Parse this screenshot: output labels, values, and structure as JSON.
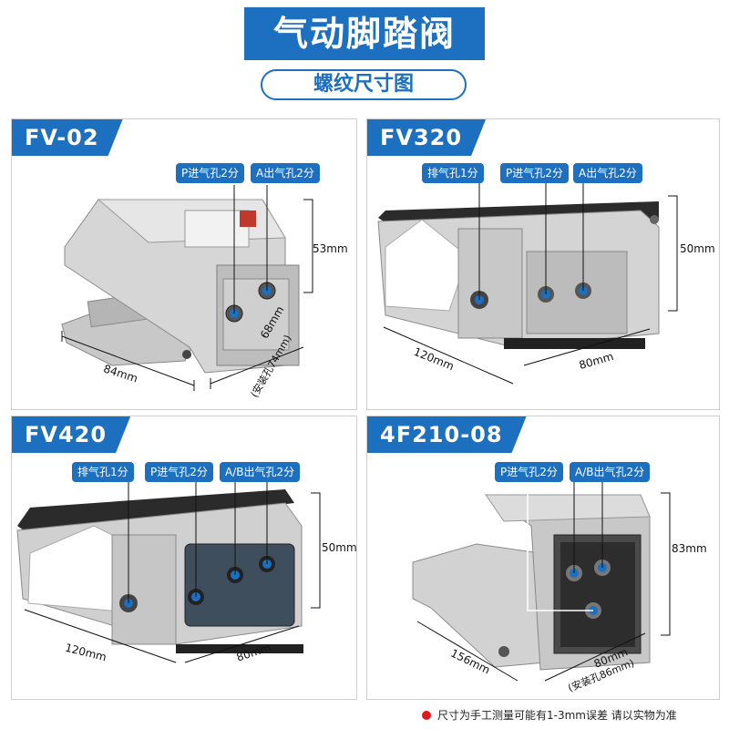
{
  "header": {
    "title": "气动脚踏阀",
    "subtitle": "螺纹尺寸图"
  },
  "panels": [
    {
      "model": "FV-02",
      "badges": [
        "P进气孔2分",
        "A出气孔2分"
      ],
      "dims": {
        "height": "53mm",
        "length": "84mm",
        "width": "68mm",
        "width_note": "(安装孔74mm)"
      }
    },
    {
      "model": "FV320",
      "badges": [
        "排气孔1分",
        "P进气孔2分",
        "A出气孔2分"
      ],
      "dims": {
        "height": "50mm",
        "length": "120mm",
        "width": "80mm"
      }
    },
    {
      "model": "FV420",
      "badges": [
        "排气孔1分",
        "P进气孔2分",
        "A/B出气孔2分"
      ],
      "dims": {
        "height": "50mm",
        "length": "120mm",
        "width": "80mm"
      }
    },
    {
      "model": "4F210-08",
      "badges": [
        "P进气孔2分",
        "A/B出气孔2分"
      ],
      "dims": {
        "height": "83mm",
        "length": "156mm",
        "width": "80mm",
        "width_note": "(安装孔86mm)"
      }
    }
  ],
  "footer": {
    "note": "尺寸为手工测量可能有1-3mm误差 请以实物为准"
  },
  "colors": {
    "accent": "#1d6fc0",
    "dot": "#e01a1a"
  }
}
